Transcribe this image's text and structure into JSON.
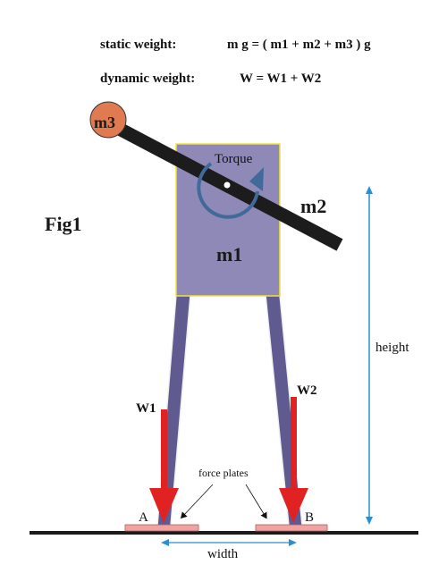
{
  "equations": {
    "static_label": "static weight:",
    "static_formula": "m g  = ( m1 + m2  + m3 ) g",
    "dynamic_label": "dynamic weight:",
    "dynamic_formula": "W  =  W1 + W2"
  },
  "figure_label": "Fig1",
  "body": {
    "m1_label": "m1",
    "m2_label": "m2",
    "m3_label": "m3",
    "torque_label": "Torque"
  },
  "forces": {
    "w1_label": "W1",
    "w2_label": "W2"
  },
  "plates": {
    "label": "force plates",
    "a_label": "A",
    "b_label": "B"
  },
  "dimensions": {
    "height_label": "height",
    "width_label": "width"
  },
  "colors": {
    "body": "#8f89b8",
    "body_border": "#f2e23a",
    "legs": "#5f5a90",
    "arm": "#1c1c1c",
    "ball": "#e07a50",
    "force_arrow": "#e12222",
    "plate": "#f0a3a0",
    "dimension_arrow": "#2a8fcf",
    "torque_arrow": "#3f6a9a",
    "ground": "#1a1a1a"
  }
}
